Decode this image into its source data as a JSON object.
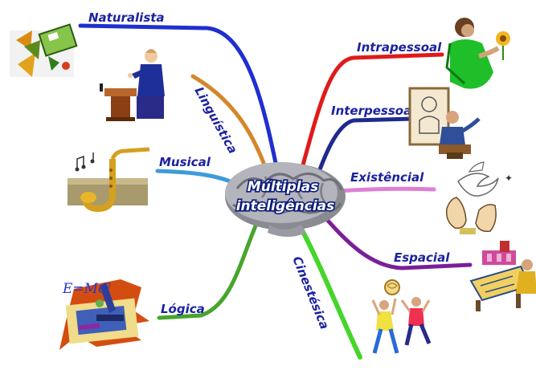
{
  "center": {
    "line1": "Múltiplas",
    "line2": "inteligências"
  },
  "branches": {
    "naturalista": {
      "label": "Naturalista",
      "color": "#1f2fd0"
    },
    "linguistica": {
      "label": "Linguística",
      "color": "#d4862b"
    },
    "musical": {
      "label": "Musical",
      "color": "#3f9bd8"
    },
    "logica": {
      "label": "Lógica",
      "color": "#47a52c"
    },
    "intrapessoal": {
      "label": "Intrapessoal",
      "color": "#e01a1a"
    },
    "interpessoal": {
      "label": "Interpessoal",
      "color": "#1f2a8c"
    },
    "existencial": {
      "label": "Existêncial",
      "color": "#dd7fd6"
    },
    "espacial": {
      "label": "Espacial",
      "color": "#7a1f9a"
    },
    "cinestesica": {
      "label": "Cinestésica",
      "color": "#45d62a"
    }
  },
  "clipart": {
    "logic_formula": "E=Mc²"
  },
  "icons": [
    "autumn-leaves-book-icon",
    "speaker-at-podium-icon",
    "saxophone-music-icon",
    "microscope-science-icon",
    "woman-with-flower-icon",
    "teacher-at-easel-icon",
    "dove-and-hands-icon",
    "architect-at-desk-icon",
    "volleyball-players-icon",
    "brain-icon"
  ]
}
